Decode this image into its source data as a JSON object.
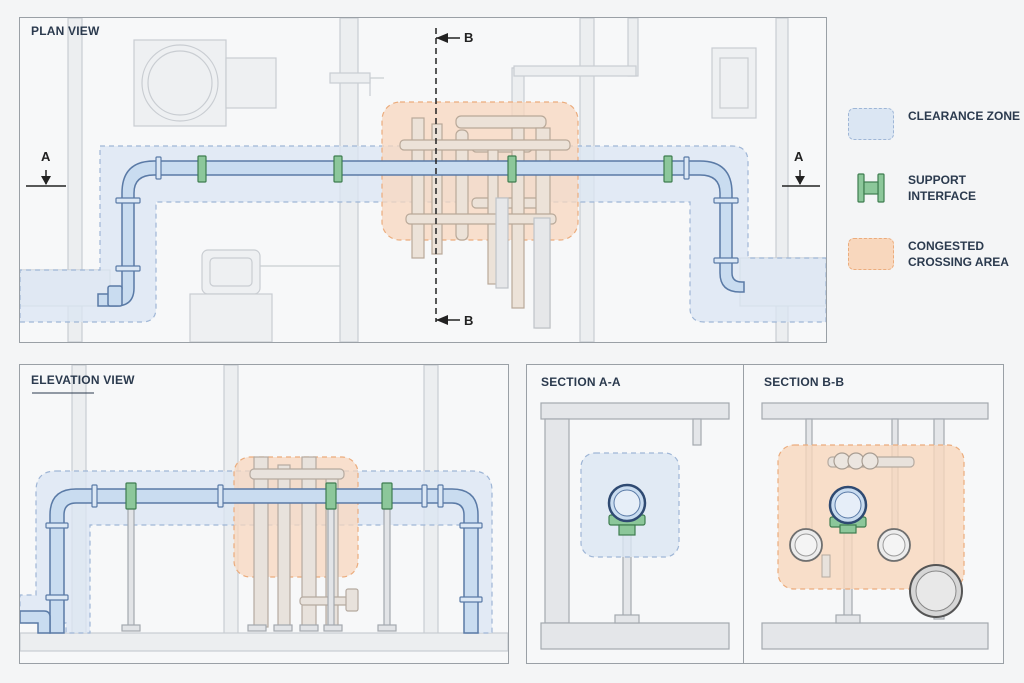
{
  "views": {
    "plan": {
      "title": "PLAN VIEW"
    },
    "elevation": {
      "title": "ELEVATION VIEW"
    },
    "section_a": {
      "title": "SECTION A-A"
    },
    "section_b": {
      "title": "SECTION B-B"
    }
  },
  "cut_markers": {
    "a_left": "A",
    "a_right": "A",
    "b_top": "B",
    "b_bottom": "B"
  },
  "legend": {
    "clearance": {
      "label": "CLEARANCE ZONE",
      "color": "#dbe6f3",
      "border": "#9fb6d6"
    },
    "support": {
      "label": "SUPPORT INTERFACE",
      "color": "#8cc79a",
      "border": "#3e7d4f"
    },
    "congested": {
      "label": "CONGESTED CROSSING AREA",
      "color": "#f8d7bd",
      "border": "#ebac7d"
    }
  },
  "colors": {
    "pipe_fill": "#c9dcf0",
    "pipe_stroke": "#5a7aa6",
    "background_lines": "#c8ccd1"
  }
}
